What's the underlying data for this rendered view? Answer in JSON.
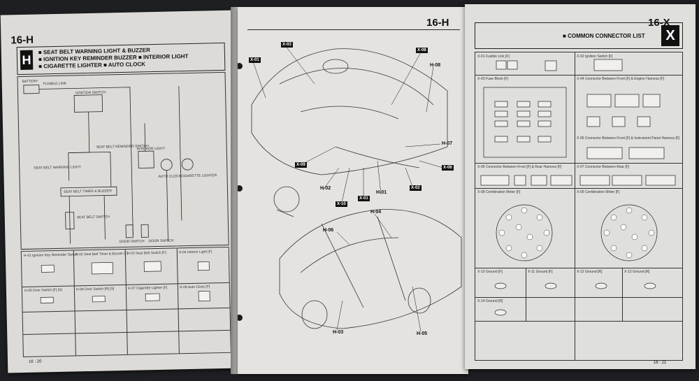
{
  "left_page": {
    "section_number": "16-H",
    "section_letter": "H",
    "titles": [
      "SEAT BELT WARNING LIGHT & BUZZER",
      "IGNITION KEY REMINDER BUZZER",
      "INTERIOR LIGHT",
      "CIGARETTE LIGHTER",
      "AUTO CLOCK"
    ],
    "wiring_labels": [
      "BATTERY",
      "FUSIBLE LINK",
      "IGNITION SWITCH",
      "SEAT BELT WARNING LIGHT",
      "SEAT BELT REMINDER SWITCH",
      "INTERIOR LIGHT",
      "AUTO CLOCK",
      "CIGARETTE LIGHTER",
      "SEAT BELT TIMER & BUZZER",
      "SEAT BELT SWITCH",
      "DOOR SWITCH",
      "DOOR SWITCH"
    ],
    "connectors": [
      "H-01 Ignition Key Reminder Switch",
      "H-02 Seat Belt Timer & Buzzer [F]",
      "H-03 Seat Belt Switch [F]",
      "H-04 Interior Light [F]",
      "H-05 Door Switch [F] [S]",
      "H-06 Door Switch [R] [S]",
      "H-07 Cigarette Lighter [F]",
      "H-08 Auto Clock [F]"
    ],
    "page_number": "16 : 20"
  },
  "middle_page": {
    "section_number": "16-H",
    "callouts": [
      "X-03",
      "X-01",
      "X-08",
      "H-08",
      "H-07",
      "X-06",
      "X-02",
      "H-01",
      "X-01",
      "X-10",
      "H-02",
      "X-09",
      "H-04",
      "H-06",
      "H-03",
      "H-05"
    ]
  },
  "right_page": {
    "section_number": "16-X",
    "section_letter": "X",
    "title": "COMMON CONNECTOR LIST",
    "connectors": [
      "X-01 Fusible Link [F]",
      "X-02 Ignition Switch [F]",
      "X-03 Fuse Block [F]",
      "X-04 Connector Between Front [F] & Engine Harness [F]",
      "X-05 Connector Between Front [F] & Instrument Panel Harness [F]",
      "X-06 Connector Between Front [F] & Rear Harness [F]",
      "X-07 Connector Between Rear [F]",
      "X-08 Combination Meter [F]",
      "X-09 Combination Meter [F]",
      "X-10 Ground [F]",
      "X-11 Ground [F]",
      "X-12 Ground [R]",
      "X-13 Ground [R]",
      "X-14 Ground [R]"
    ],
    "page_number": "16 : 21"
  },
  "colors": {
    "paper": "#e2e1dd",
    "ink": "#111111",
    "background": "#1e1f22"
  }
}
